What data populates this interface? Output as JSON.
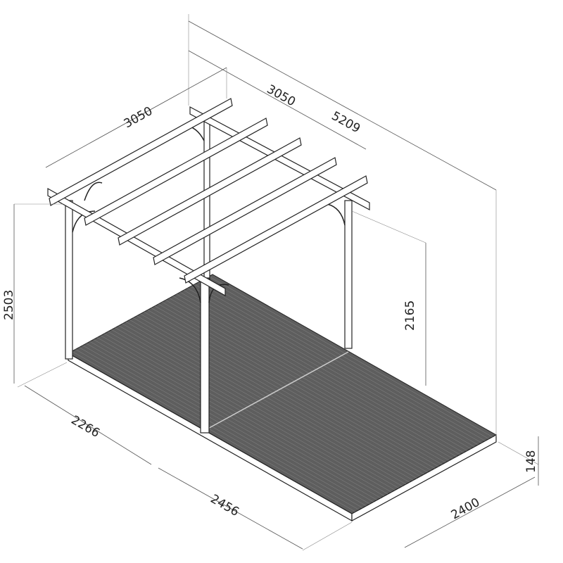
{
  "title": "Pergola with deck dimension drawing",
  "dimensions": {
    "overall_length": "5209",
    "pergola_width_right": "3050",
    "pergola_width_left": "3050",
    "overall_height": "2503",
    "clear_height": "2165",
    "deck_left_length": "2266",
    "deck_right_length": "2456",
    "deck_depth": "2400",
    "deck_height": "148"
  },
  "colors": {
    "deck": "#5e5e5e",
    "line": "#222222"
  }
}
